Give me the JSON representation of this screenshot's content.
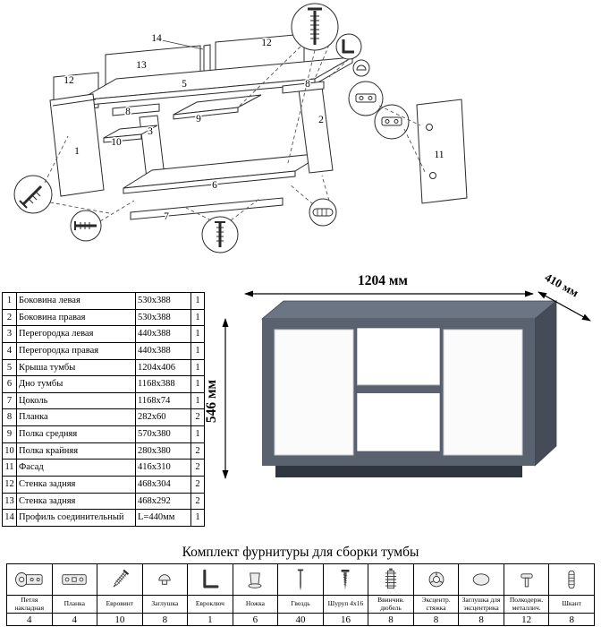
{
  "diagram": {
    "labels": [
      "14",
      "13",
      "12",
      "12",
      "5",
      "8",
      "9",
      "3",
      "10",
      "1",
      "2",
      "6",
      "7",
      "8",
      "11"
    ]
  },
  "parts_table": {
    "rows": [
      {
        "num": "1",
        "name": "Боковина левая",
        "size": "530x388",
        "qty": "1"
      },
      {
        "num": "2",
        "name": "Боковина правая",
        "size": "530x388",
        "qty": "1"
      },
      {
        "num": "3",
        "name": "Перегородка левая",
        "size": "440x388",
        "qty": "1"
      },
      {
        "num": "4",
        "name": "Перегородка правая",
        "size": "440x388",
        "qty": "1"
      },
      {
        "num": "5",
        "name": "Крыша тумбы",
        "size": "1204x406",
        "qty": "1"
      },
      {
        "num": "6",
        "name": "Дно тумбы",
        "size": "1168x388",
        "qty": "1"
      },
      {
        "num": "7",
        "name": "Цоколь",
        "size": "1168x74",
        "qty": "1"
      },
      {
        "num": "8",
        "name": "Планка",
        "size": "282x60",
        "qty": "2"
      },
      {
        "num": "9",
        "name": "Полка средняя",
        "size": "570x380",
        "qty": "1"
      },
      {
        "num": "10",
        "name": "Полка крайняя",
        "size": "280x380",
        "qty": "2"
      },
      {
        "num": "11",
        "name": "Фасад",
        "size": "416x310",
        "qty": "2"
      },
      {
        "num": "12",
        "name": "Стенка задняя",
        "size": "468x304",
        "qty": "2"
      },
      {
        "num": "13",
        "name": "Стенка задняя",
        "size": "468x292",
        "qty": "2"
      },
      {
        "num": "14",
        "name": "Профиль соединительный",
        "size": "L=440мм",
        "qty": "1"
      }
    ]
  },
  "product": {
    "width_label": "1204 мм",
    "depth_label": "410 мм",
    "height_label": "546 мм",
    "colors": {
      "body": "#5a626f",
      "top": "#6b7583",
      "side": "#454c58",
      "plinth": "#30363f",
      "door": "#fbfbfc",
      "interior": "#ffffff"
    }
  },
  "hardware": {
    "title": "Комплект фурнитуры для сборки тумбы",
    "items": [
      {
        "name": "Петля накладная",
        "qty": "4",
        "icon": "hinge-icon"
      },
      {
        "name": "Планка",
        "qty": "4",
        "icon": "plate-icon"
      },
      {
        "name": "Евровинт",
        "qty": "10",
        "icon": "euro-screw-icon"
      },
      {
        "name": "Заглушка",
        "qty": "8",
        "icon": "plug-icon"
      },
      {
        "name": "Евроключ",
        "qty": "1",
        "icon": "hex-key-icon"
      },
      {
        "name": "Ножка",
        "qty": "6",
        "icon": "leg-icon"
      },
      {
        "name": "Гвоздь",
        "qty": "40",
        "icon": "nail-icon"
      },
      {
        "name": "Шуруп 4x16",
        "qty": "16",
        "icon": "screw-icon"
      },
      {
        "name": "Ввинчив. дюбель",
        "qty": "8",
        "icon": "dowel-insert-icon"
      },
      {
        "name": "Эксцентр. стяжка",
        "qty": "8",
        "icon": "cam-lock-icon"
      },
      {
        "name": "Заглушка для эксцентрика",
        "qty": "8",
        "icon": "cam-cap-icon"
      },
      {
        "name": "Полкодерж. металлич.",
        "qty": "12",
        "icon": "shelf-pin-icon"
      },
      {
        "name": "Шкант",
        "qty": "8",
        "icon": "wood-dowel-icon"
      }
    ]
  }
}
